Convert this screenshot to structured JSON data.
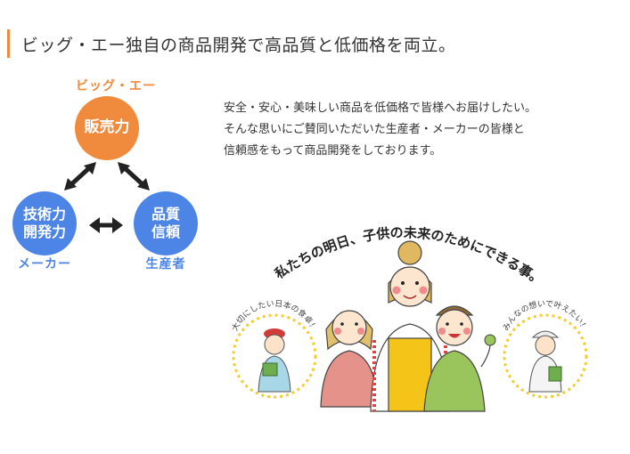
{
  "heading": "ビッグ・エー独自の商品開発で高品質と低価格を両立。",
  "diagram": {
    "brand_label": "ビッグ・エー",
    "sales": "販売力",
    "maker_circle_line1": "技術力",
    "maker_circle_line2": "開発力",
    "maker_label": "メーカー",
    "quality_line1": "品質",
    "quality_line2": "信頼",
    "producer_label": "生産者"
  },
  "intro": {
    "line1": "安全・安心・美味しい商品を低価格で皆様へお届けしたい。",
    "line2": "そんな思いにご賛同いただいた生産者・メーカーの皆様と",
    "line3": "信頼感をもって商品開発をしております。"
  },
  "illustration": {
    "arc_text": "私たちの明日、子供の未来のためにできる事。",
    "left_badge_text": "大切にしたい日本の食卓！",
    "right_badge_text": "みんなの想いで叶えたい！"
  },
  "colors": {
    "accent_orange": "#f08a3c",
    "accent_blue": "#4d85e6",
    "badge_yellow": "#f3cc2e"
  }
}
